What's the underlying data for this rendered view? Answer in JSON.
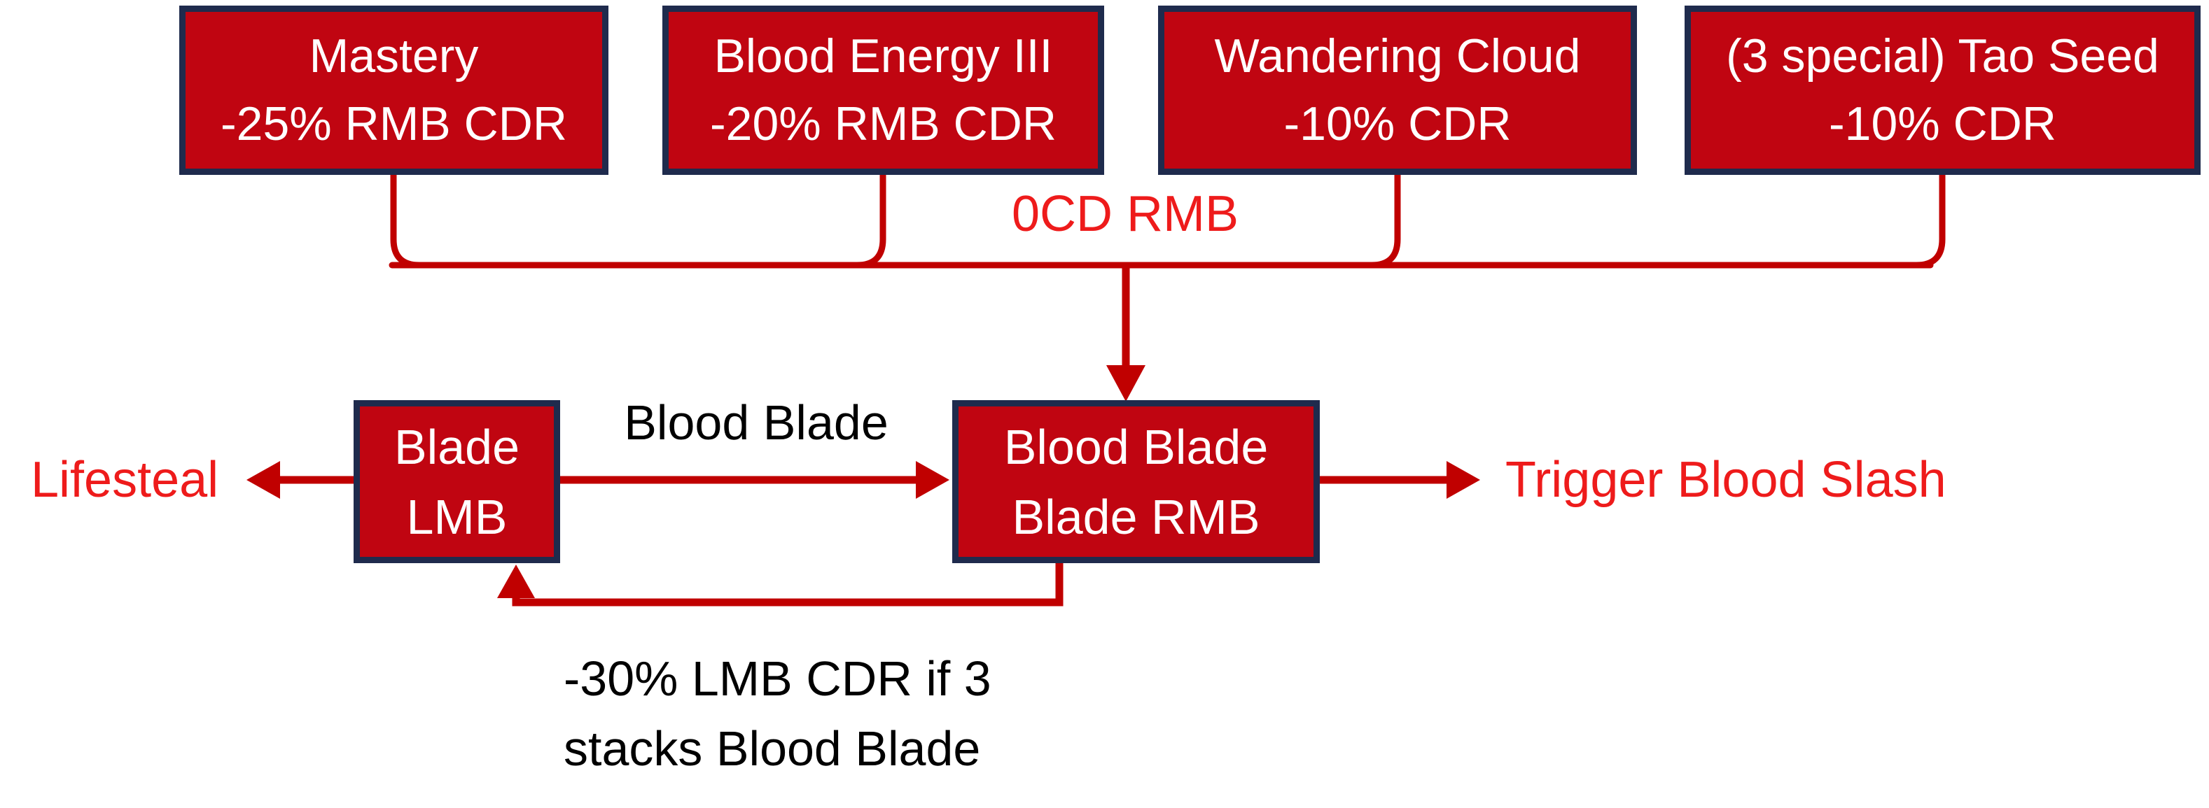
{
  "colors": {
    "node_fill": "#c00511",
    "node_border": "#1f2b4d",
    "connector_red": "#c00000",
    "label_red": "#ee1b1b",
    "label_black": "#000000",
    "node_text": "#ffffff",
    "background": "#ffffff"
  },
  "top_boxes": [
    {
      "line1": "Mastery",
      "line2": "-25% RMB CDR"
    },
    {
      "line1": "Blood Energy III",
      "line2": "-20% RMB CDR"
    },
    {
      "line1": "Wandering Cloud",
      "line2": "-10% CDR"
    },
    {
      "line1": "(3 special) Tao Seed",
      "line2": "-10% CDR"
    }
  ],
  "junction_label": "0CD RMB",
  "nodes": {
    "lmb": {
      "line1": "Blade",
      "line2": "LMB"
    },
    "rmb": {
      "line1": "Blood Blade",
      "line2": "Blade RMB"
    }
  },
  "labels": {
    "edge_blood_blade": "Blood Blade",
    "lifesteal": "Lifesteal",
    "trigger_blood_slash": "Trigger Blood Slash",
    "loop_line1": "-30% LMB CDR if 3",
    "loop_line2": "stacks Blood Blade"
  }
}
